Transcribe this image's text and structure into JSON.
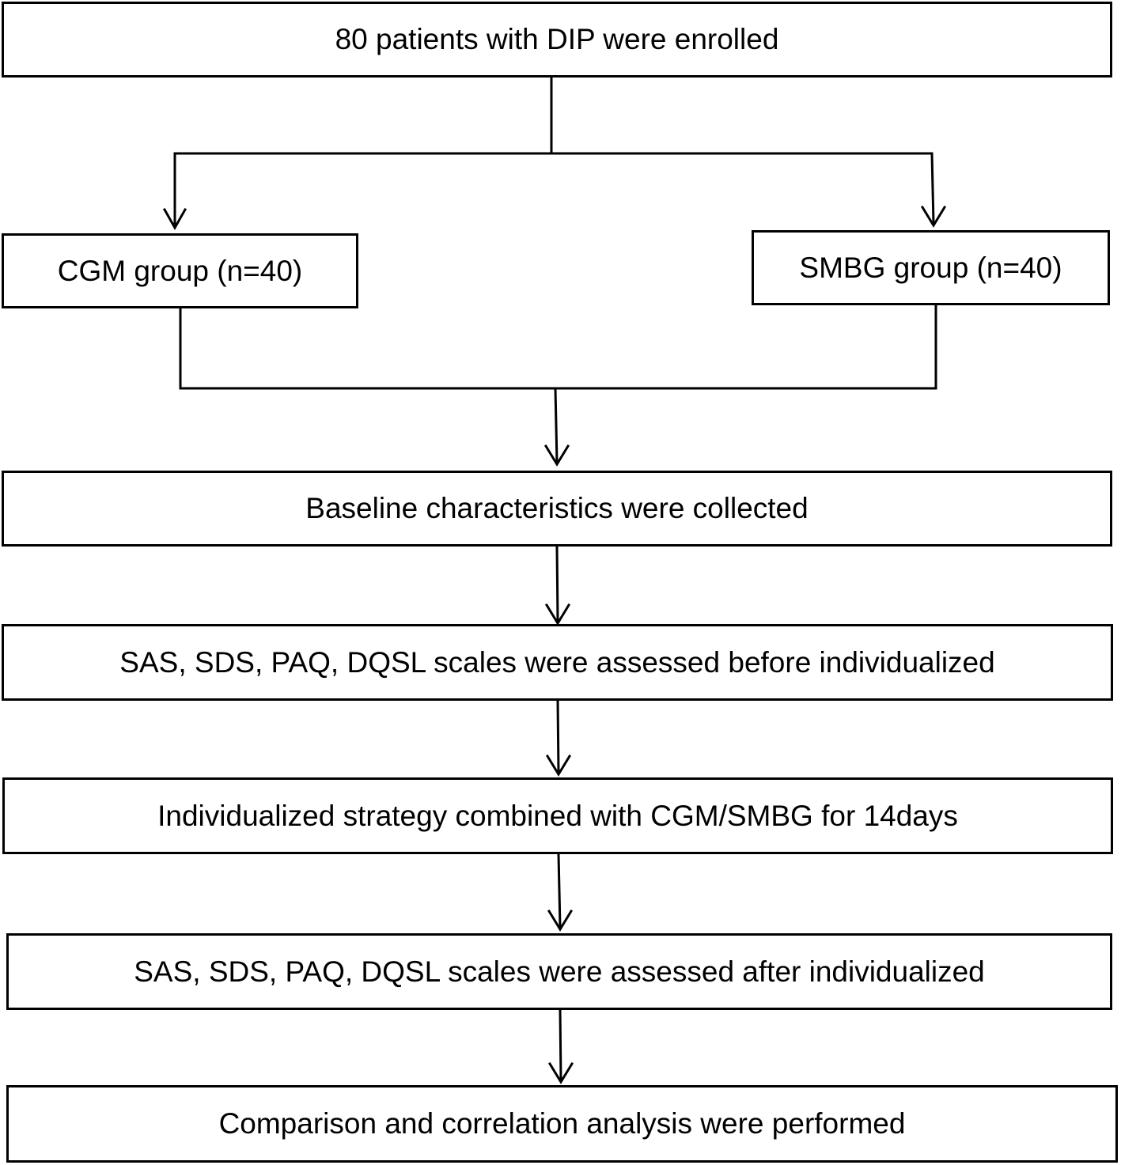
{
  "flowchart": {
    "steps": {
      "enrolled": "80 patients with DIP were enrolled",
      "cgm_group": "CGM group (n=40)",
      "smbg_group": "SMBG group (n=40)",
      "baseline": "Baseline characteristics were collected",
      "assessed_before": "SAS, SDS, PAQ, DQSL scales were assessed before individualized",
      "strategy": "Individualized strategy combined with CGM/SMBG for 14days",
      "assessed_after": "SAS, SDS, PAQ, DQSL scales were assessed after individualized",
      "analysis": "Comparison and correlation analysis were performed"
    },
    "colors": {
      "stroke": "#000000",
      "background": "#ffffff"
    }
  }
}
